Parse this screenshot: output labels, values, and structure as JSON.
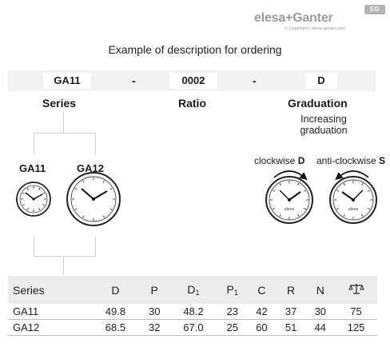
{
  "brand": {
    "logo_text_1": "elesa",
    "logo_plus": "+",
    "logo_text_2": "Ganter",
    "logo_sub": "© Copyright | elesa-ganter.com",
    "badge": "EG"
  },
  "heading": "Example of description for ordering",
  "code": {
    "series": "GA11",
    "dash1": "-",
    "ratio": "0002",
    "dash2": "-",
    "graduation": "D"
  },
  "labels": {
    "series": "Series",
    "ratio": "Ratio",
    "graduation": "Graduation",
    "increasing_line1": "Increasing",
    "increasing_line2": "graduation",
    "clockwise": "clockwise",
    "clockwise_code": "D",
    "anticlockwise": "anti-clockwise",
    "anticlockwise_code": "S"
  },
  "gauges": {
    "small_label": "GA11",
    "large_label": "GA12"
  },
  "table": {
    "headers": [
      "Series",
      "D",
      "P",
      "D",
      "P",
      "C",
      "R",
      "N"
    ],
    "header_subs": [
      "",
      "",
      "",
      "1",
      "1",
      "",
      "",
      ""
    ],
    "weight_icon": "scale-icon",
    "rows": [
      [
        "GA11",
        "49.8",
        "30",
        "48.2",
        "23",
        "42",
        "37",
        "30",
        "75"
      ],
      [
        "GA12",
        "68.5",
        "32",
        "67.0",
        "25",
        "60",
        "51",
        "44",
        "125"
      ]
    ]
  }
}
